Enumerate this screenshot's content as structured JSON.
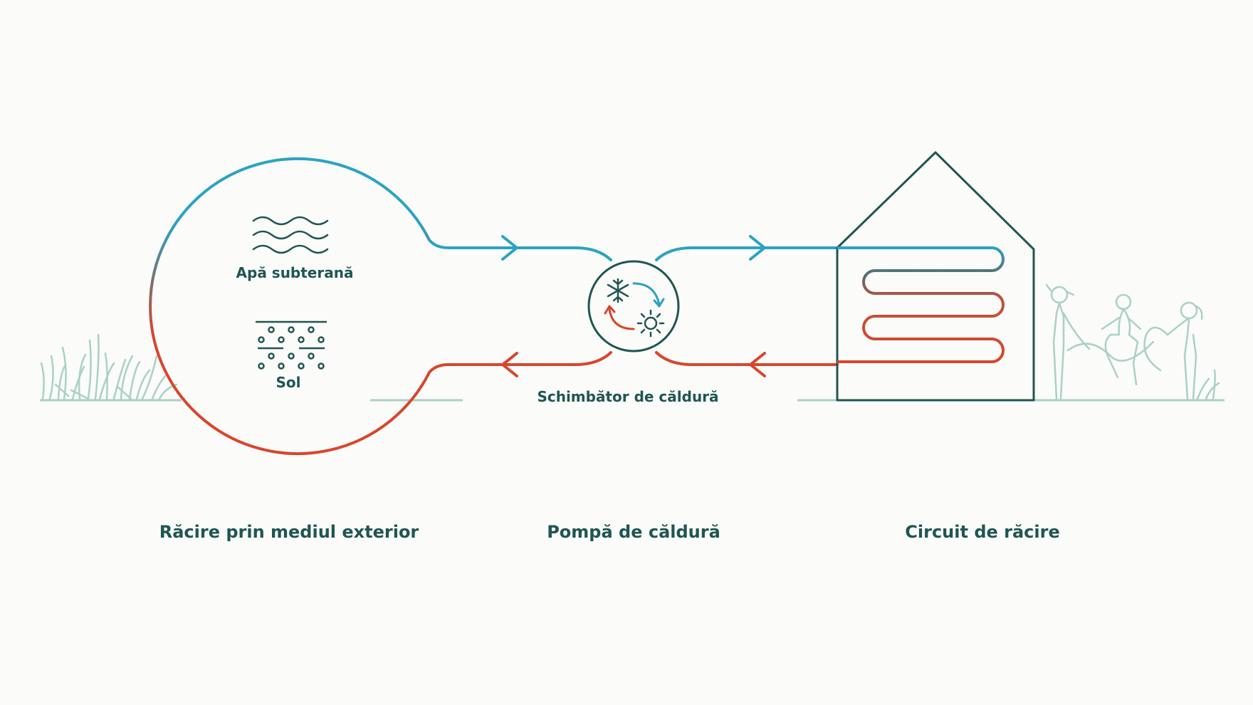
{
  "diagram": {
    "labels": {
      "groundwater": "Apă subterană",
      "soil": "Sol",
      "heat_exchanger": "Schimbător de căldură"
    },
    "sections": {
      "outdoor_cooling": "Răcire prin mediul exterior",
      "heat_pump": "Pompă de căldură",
      "cooling_circuit": "Circuit de răcire"
    }
  },
  "colors": {
    "cold": "#2aa3c2",
    "warm": "#d9452b",
    "outline": "#1f5651",
    "ground": "#a9d1c7",
    "background": "#fbfbfa"
  },
  "icons": [
    "waves-icon",
    "soil-icon",
    "snowflake-icon",
    "sun-icon",
    "arrow-right-icon",
    "arrow-left-icon",
    "house-icon",
    "grass-icon",
    "children-icon"
  ]
}
